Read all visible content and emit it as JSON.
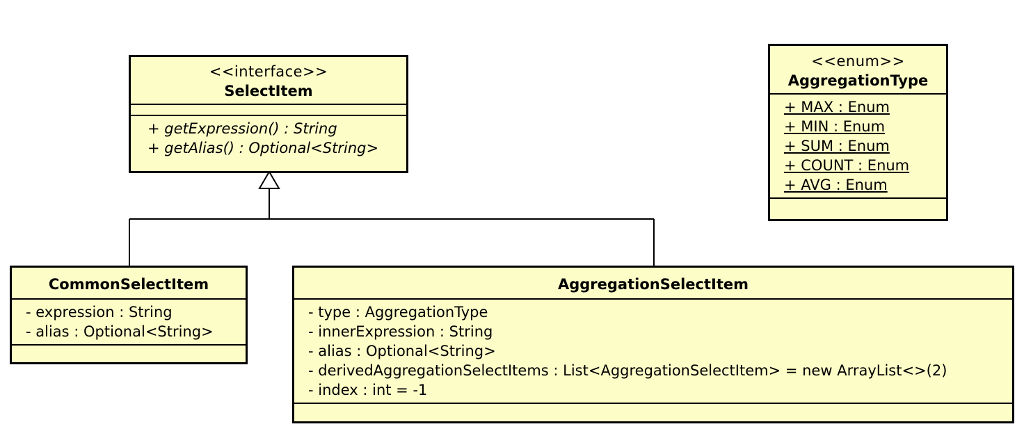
{
  "classes": {
    "select_item": {
      "stereotype": "<<interface>>",
      "name": "SelectItem",
      "attributes": [],
      "operations": [
        "+ getExpression() : String",
        "+ getAlias() : Optional<String>"
      ]
    },
    "aggregation_type": {
      "stereotype": "<<enum>>",
      "name": "AggregationType",
      "literals": [
        "+ MAX : Enum",
        "+ MIN : Enum",
        "+ SUM : Enum",
        "+ COUNT : Enum",
        "+ AVG : Enum"
      ]
    },
    "common_select_item": {
      "name": "CommonSelectItem",
      "attributes": [
        "- expression : String",
        "- alias : Optional<String>"
      ]
    },
    "aggregation_select_item": {
      "name": "AggregationSelectItem",
      "attributes": [
        "- type : AggregationType",
        "- innerExpression : String",
        "- alias : Optional<String>",
        "- derivedAggregationSelectItems : List<AggregationSelectItem> = new ArrayList<>(2)",
        "- index : int = -1"
      ]
    }
  },
  "relations": [
    {
      "type": "realization",
      "from": "CommonSelectItem",
      "to": "SelectItem"
    },
    {
      "type": "realization",
      "from": "AggregationSelectItem",
      "to": "SelectItem"
    }
  ],
  "colors": {
    "class_fill": "#fdfdc8",
    "border": "#000000"
  }
}
